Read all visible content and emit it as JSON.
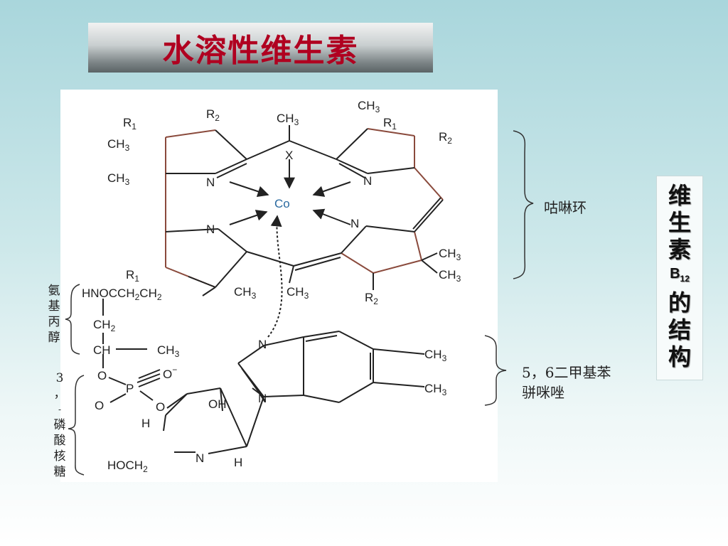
{
  "slide": {
    "title": "水溶性维生素"
  },
  "structure": {
    "R1": "R",
    "R1_sub": "1",
    "R2": "R",
    "R2_sub": "2",
    "CH3": "CH",
    "CH3_sub": "3",
    "CH2": "CH",
    "CH2_sub": "2",
    "N": "N",
    "X": "X",
    "Co": "Co",
    "O": "O",
    "O_minus": "O",
    "P": "P",
    "OH": "OH",
    "H": "H",
    "HNOCCH2CH2": "HNOCCH",
    "HOCH2": "HOCH",
    "CH_group": "CH",
    "bond_dash": "—"
  },
  "annotations": {
    "porphyrin_ring": "咕啉环",
    "aminopropanol": [
      "氨",
      "基",
      "丙",
      "醇"
    ],
    "ribose_phosphate_prefix": "3",
    "ribose_phosphate_comma": "，",
    "ribose_phosphate_dash": "-",
    "ribose_phosphate": [
      "磷",
      "酸",
      "核",
      "糖"
    ],
    "dimethylbenzimidazole_line1": "5，6二甲基苯",
    "dimethylbenzimidazole_line2": "骈咪唑"
  },
  "vitamin_label": {
    "chars_top": [
      "维",
      "生",
      "素"
    ],
    "b": "B",
    "b_sub": "12",
    "chars_bottom": [
      "的",
      "结",
      "构"
    ]
  },
  "colors": {
    "title": "#b00020",
    "bond_black": "#222222",
    "bond_brown": "#8a4a3c",
    "cobalt": "#2a6aa0"
  }
}
